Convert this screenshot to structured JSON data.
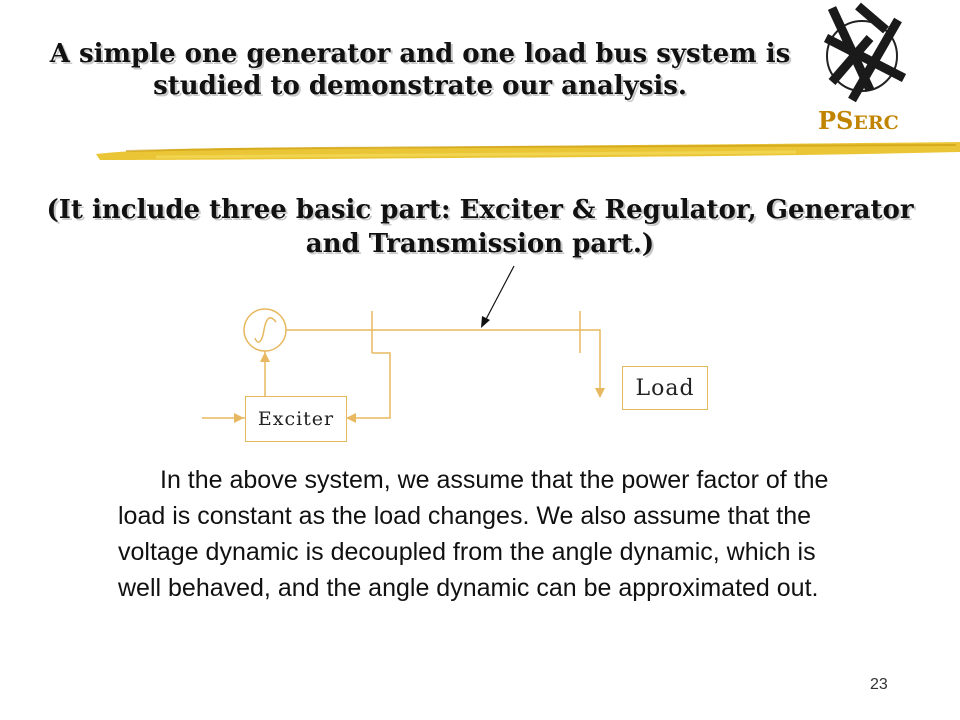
{
  "slide": {
    "title": "A simple one generator and one load bus system is studied to demonstrate our analysis.",
    "subtitle": "(It include three basic part: Exciter & Regulator, Generator and Transmission part.)",
    "body": "In the above system, we assume that the power factor of the load is constant as the load changes. We also assume that the voltage dynamic is decoupled from the angle dynamic, which is well behaved, and the angle dynamic can be approximated out.",
    "page_number": "23"
  },
  "logo": {
    "text_main": "PS",
    "text_small": "ERC",
    "color": "#c08400"
  },
  "diagram": {
    "exciter_label": "Exciter",
    "load_label": "Load",
    "line_color": "#e8b860"
  },
  "colors": {
    "brush": "#e8c020",
    "text": "#111111"
  }
}
